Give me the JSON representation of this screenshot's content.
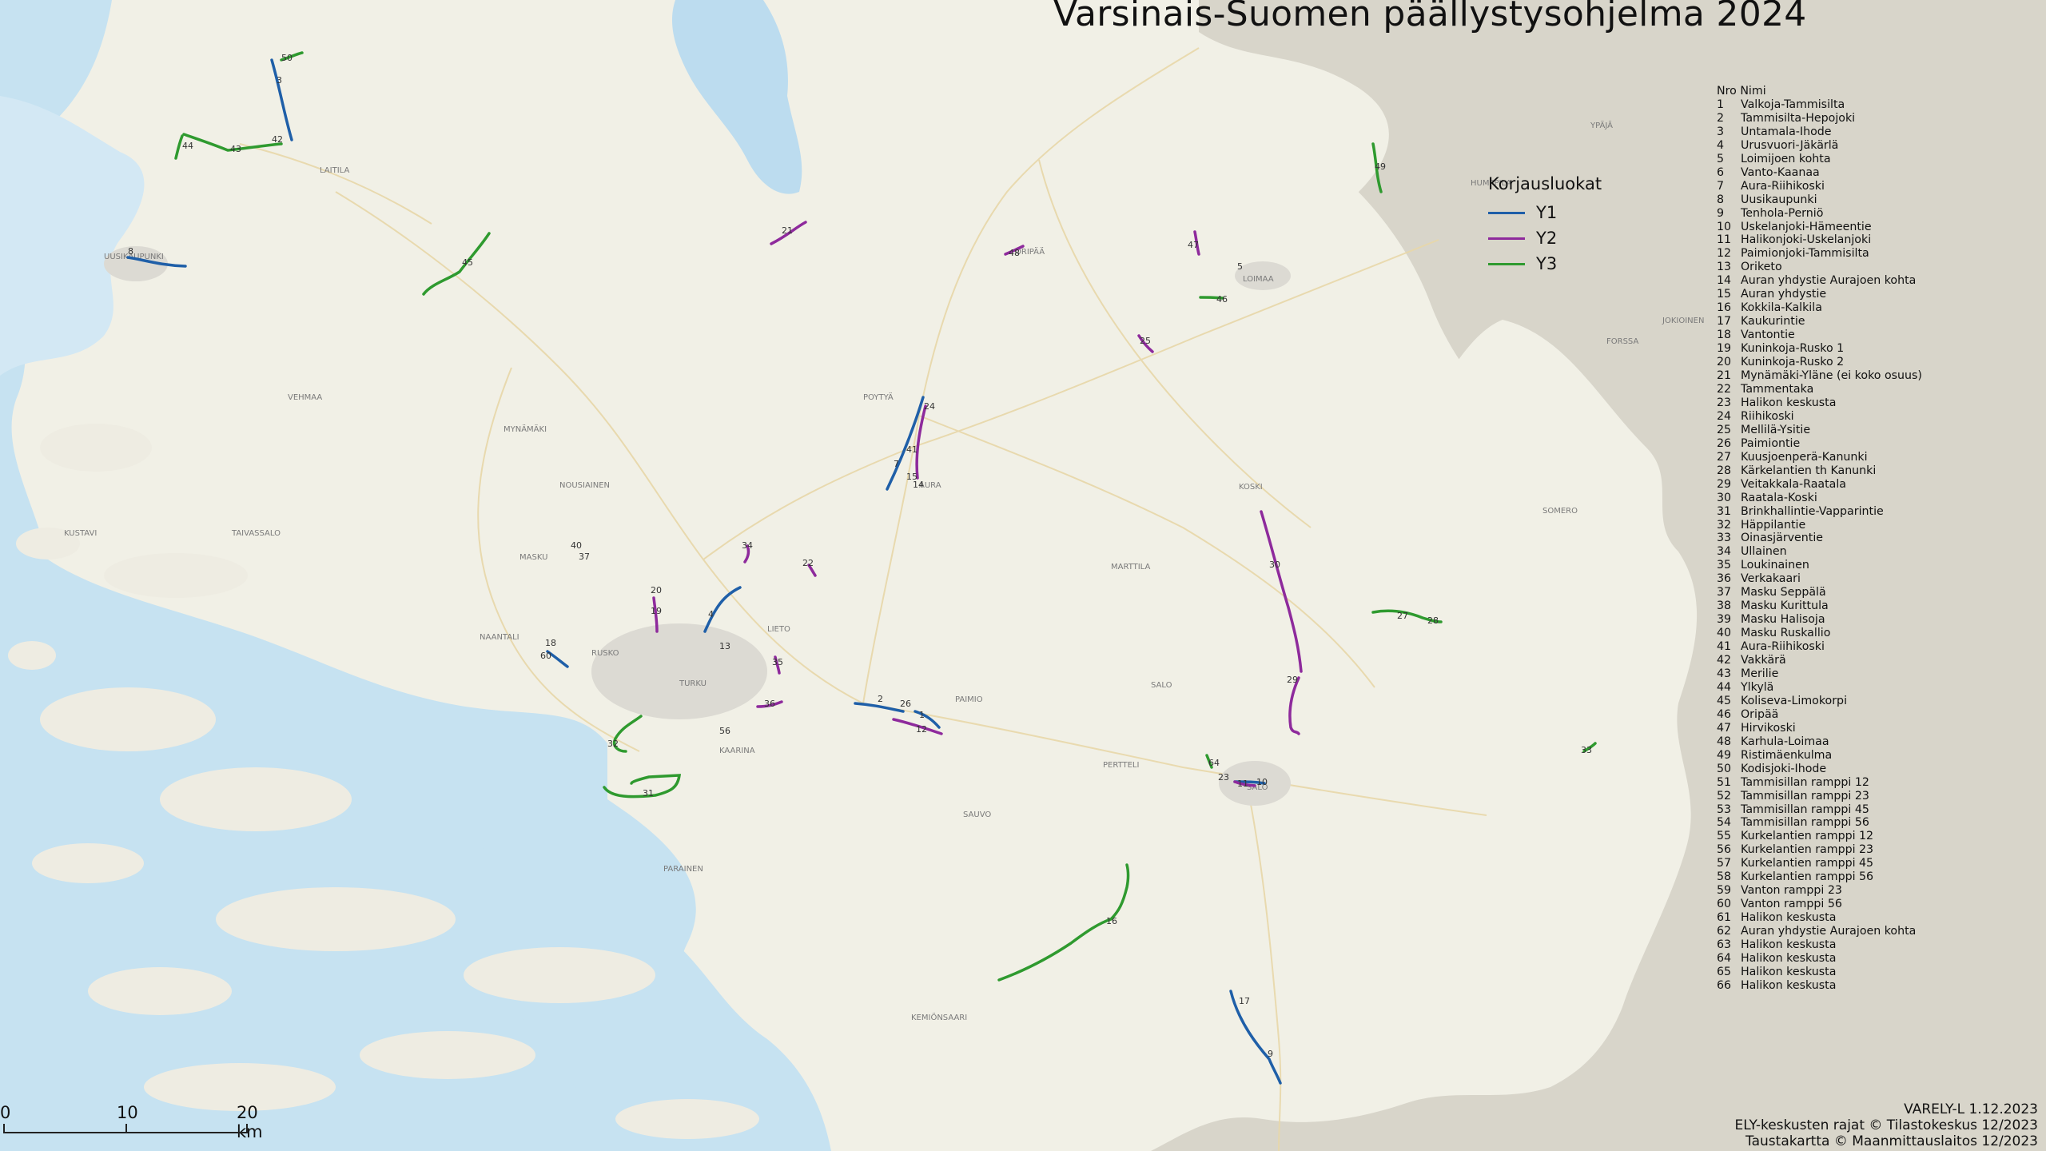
{
  "title": "Varsinais-Suomen päällystysohjelma 2024",
  "legend": {
    "title": "Korjausluokat",
    "items": [
      {
        "label": "Y1",
        "color": "#1f5fa8"
      },
      {
        "label": "Y2",
        "color": "#8e2a9c"
      },
      {
        "label": "Y3",
        "color": "#2f9a2f"
      }
    ]
  },
  "road_list": {
    "header": "Nro Nimi",
    "items": [
      {
        "nro": "1",
        "name": "Valkoja-Tammisilta"
      },
      {
        "nro": "2",
        "name": "Tammisilta-Hepojoki"
      },
      {
        "nro": "3",
        "name": "Untamala-Ihode"
      },
      {
        "nro": "4",
        "name": "Urusvuori-Jäkärlä"
      },
      {
        "nro": "5",
        "name": "Loimijoen kohta"
      },
      {
        "nro": "6",
        "name": "Vanto-Kaanaa"
      },
      {
        "nro": "7",
        "name": "Aura-Riihikoski"
      },
      {
        "nro": "8",
        "name": "Uusikaupunki"
      },
      {
        "nro": "9",
        "name": "Tenhola-Perniö"
      },
      {
        "nro": "10",
        "name": "Uskelanjoki-Hämeentie"
      },
      {
        "nro": "11",
        "name": "Halikonjoki-Uskelanjoki"
      },
      {
        "nro": "12",
        "name": "Paimionjoki-Tammisilta"
      },
      {
        "nro": "13",
        "name": "Oriketo"
      },
      {
        "nro": "14",
        "name": "Auran yhdystie Aurajoen kohta"
      },
      {
        "nro": "15",
        "name": "Auran yhdystie"
      },
      {
        "nro": "16",
        "name": "Kokkila-Kalkila"
      },
      {
        "nro": "17",
        "name": "Kaukurintie"
      },
      {
        "nro": "18",
        "name": "Vantontie"
      },
      {
        "nro": "19",
        "name": "Kuninkoja-Rusko 1"
      },
      {
        "nro": "20",
        "name": "Kuninkoja-Rusko 2"
      },
      {
        "nro": "21",
        "name": "Mynämäki-Yläne (ei koko osuus)"
      },
      {
        "nro": "22",
        "name": "Tammentaka"
      },
      {
        "nro": "23",
        "name": "Halikon keskusta"
      },
      {
        "nro": "24",
        "name": "Riihikoski"
      },
      {
        "nro": "25",
        "name": "Mellilä-Ysitie"
      },
      {
        "nro": "26",
        "name": "Paimiontie"
      },
      {
        "nro": "27",
        "name": "Kuusjoenperä-Kanunki"
      },
      {
        "nro": "28",
        "name": "Kärkelantien th Kanunki"
      },
      {
        "nro": "29",
        "name": "Veitakkala-Raatala"
      },
      {
        "nro": "30",
        "name": "Raatala-Koski"
      },
      {
        "nro": "31",
        "name": "Brinkhallintie-Vapparintie"
      },
      {
        "nro": "32",
        "name": "Häppilantie"
      },
      {
        "nro": "33",
        "name": "Oinasjärventie"
      },
      {
        "nro": "34",
        "name": "Ullainen"
      },
      {
        "nro": "35",
        "name": "Loukinainen"
      },
      {
        "nro": "36",
        "name": "Verkakaari"
      },
      {
        "nro": "37",
        "name": "Masku Seppälä"
      },
      {
        "nro": "38",
        "name": "Masku Kurittula"
      },
      {
        "nro": "39",
        "name": "Masku Halisoja"
      },
      {
        "nro": "40",
        "name": "Masku Ruskallio"
      },
      {
        "nro": "41",
        "name": "Aura-Riihikoski"
      },
      {
        "nro": "42",
        "name": "Vakkärä"
      },
      {
        "nro": "43",
        "name": "Merilie"
      },
      {
        "nro": "44",
        "name": "Ylkylä"
      },
      {
        "nro": "45",
        "name": "Koliseva-Limokorpi"
      },
      {
        "nro": "46",
        "name": "Oripää"
      },
      {
        "nro": "47",
        "name": "Hirvikoski"
      },
      {
        "nro": "48",
        "name": "Karhula-Loimaa"
      },
      {
        "nro": "49",
        "name": "Ristimäenkulma"
      },
      {
        "nro": "50",
        "name": "Kodisjoki-Ihode"
      },
      {
        "nro": "51",
        "name": "Tammisillan ramppi 12"
      },
      {
        "nro": "52",
        "name": "Tammisillan ramppi 23"
      },
      {
        "nro": "53",
        "name": "Tammisillan ramppi 45"
      },
      {
        "nro": "54",
        "name": "Tammisillan ramppi 56"
      },
      {
        "nro": "55",
        "name": "Kurkelantien ramppi 12"
      },
      {
        "nro": "56",
        "name": "Kurkelantien ramppi 23"
      },
      {
        "nro": "57",
        "name": "Kurkelantien ramppi 45"
      },
      {
        "nro": "58",
        "name": "Kurkelantien ramppi 56"
      },
      {
        "nro": "59",
        "name": "Vanton ramppi 23"
      },
      {
        "nro": "60",
        "name": "Vanton ramppi 56"
      },
      {
        "nro": "61",
        "name": "Halikon keskusta"
      },
      {
        "nro": "62",
        "name": "Auran yhdystie Aurajoen kohta"
      },
      {
        "nro": "63",
        "name": "Halikon keskusta"
      },
      {
        "nro": "64",
        "name": "Halikon keskusta"
      },
      {
        "nro": "65",
        "name": "Halikon keskusta"
      },
      {
        "nro": "66",
        "name": "Halikon keskusta"
      }
    ]
  },
  "credits": [
    "VARELY-L 1.12.2023",
    "ELY-keskusten rajat © Tilastokeskus 12/2023",
    "Taustakartta © Maanmittauslaitos 12/2023"
  ],
  "scalebar": {
    "labels": [
      "0",
      "10",
      "20 km"
    ]
  },
  "map": {
    "colors": {
      "land": "#f1f0e6",
      "sea": "#bcdcef",
      "sea_light": "#d3e8f4",
      "outside_region": "#d4d1c6"
    },
    "segment_labels": [
      "1",
      "2",
      "3",
      "4",
      "5",
      "7",
      "8",
      "9",
      "10",
      "11",
      "12",
      "13",
      "14",
      "15",
      "16",
      "17",
      "18",
      "19",
      "20",
      "21",
      "22",
      "23",
      "24",
      "25",
      "26",
      "27",
      "28",
      "29",
      "30",
      "31",
      "32",
      "33",
      "34",
      "35",
      "36",
      "37",
      "40",
      "41",
      "42",
      "43",
      "44",
      "45",
      "46",
      "47",
      "48",
      "49",
      "50",
      "56",
      "60",
      "64"
    ],
    "place_names": [
      "LAITILA",
      "UUSIKAUPUNKI",
      "MYNÄMÄKI",
      "AURA",
      "POYTYÄ",
      "ORIPÄÄ",
      "LOIMAA",
      "KOSKI",
      "SOMERO",
      "MARTTILA",
      "PAIMIO",
      "SALO",
      "SAUVO",
      "KEMIÖNSAARI",
      "PARAINEN",
      "KAARINA",
      "NAANTALI",
      "RUSKO",
      "LIETO",
      "TURKU",
      "MASKU",
      "NOUSIAINEN",
      "TAIVASSALO",
      "KUSTAVI",
      "VEHMAA",
      "YPÄJÄ",
      "FORSSA",
      "HUMPPILA",
      "JOKIOINEN",
      "PERTTELI",
      "SALO"
    ]
  }
}
